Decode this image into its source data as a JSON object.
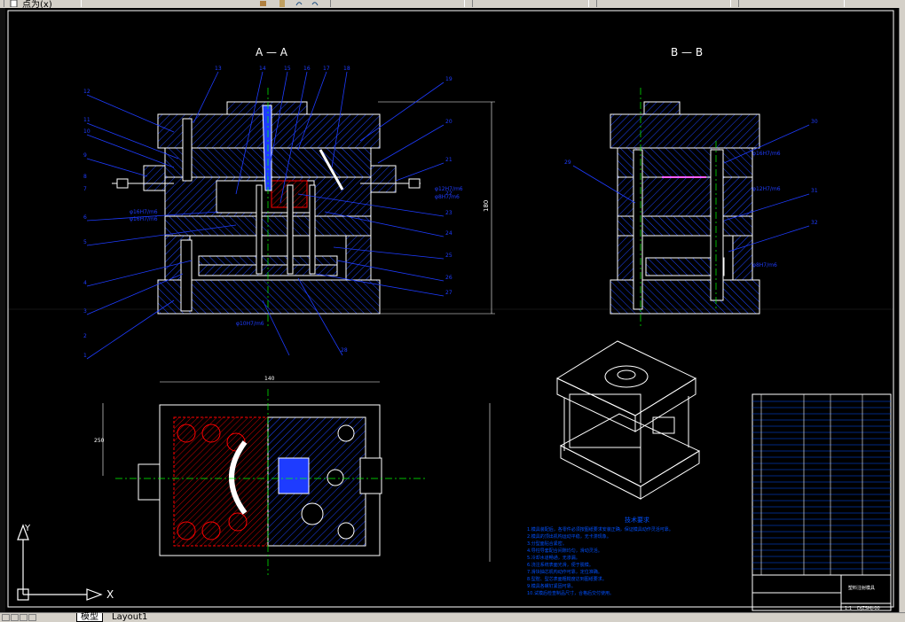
{
  "toolbar": {
    "file_name": "点为(x)"
  },
  "tabs": [
    {
      "label": "模型"
    },
    {
      "label": "Layout1"
    }
  ],
  "drawing": {
    "section_a_title": "A — A",
    "section_b_title": "B — B",
    "axis_x": "X",
    "axis_y": "Y",
    "tech_title": "技术要求",
    "tech_lines": [
      "1.模具装配后，各零件必须按图纸要求安装正确，保证模具动作灵活可靠。",
      "2.模具的顶出机构运动平稳，无卡滞现象。",
      "3.分型面贴合紧密。",
      "4.导柱导套配合间隙均匀，滑动灵活。",
      "5.冷却水道畅通，无渗漏。",
      "6.浇注系统表面光滑，便于脱模。",
      "7.滑块抽芯机构动作可靠，定位准确。",
      "8.型腔、型芯表面粗糙度达到图纸要求。",
      "9.模具各螺钉紧固可靠。",
      "10.试模后检查制品尺寸，合格后交付使用。"
    ],
    "title_block": {
      "name": "塑料注射模具",
      "drawing_no": "DJZSMJ-00",
      "scale": "1:1"
    },
    "dims": {
      "top_width": "140",
      "overall_height": "180",
      "plate_length": "250"
    },
    "fit_labels": [
      "φ16H7/m6",
      "φ16H7/m6",
      "φ12H7/m6",
      "φ8H7/m6",
      "φ10H7/m6"
    ],
    "balloons_left": [
      "12",
      "11",
      "10",
      "9",
      "8",
      "7",
      "6",
      "5",
      "4",
      "3",
      "2",
      "1"
    ],
    "balloons_top": [
      "13",
      "14",
      "15",
      "16",
      "17",
      "18"
    ],
    "balloons_right": [
      "19",
      "20",
      "21",
      "22",
      "23",
      "24",
      "25",
      "26",
      "27",
      "28"
    ],
    "balloons_b": [
      "29",
      "30",
      "31",
      "32"
    ]
  },
  "colors": {
    "background": "#000000",
    "outline": "#ffffff",
    "leaders": "#1e3cff",
    "center": "#00ff00",
    "hatch": "#1e46ff",
    "text_blue": "#0050ff",
    "cad_red": "#ff0000"
  }
}
